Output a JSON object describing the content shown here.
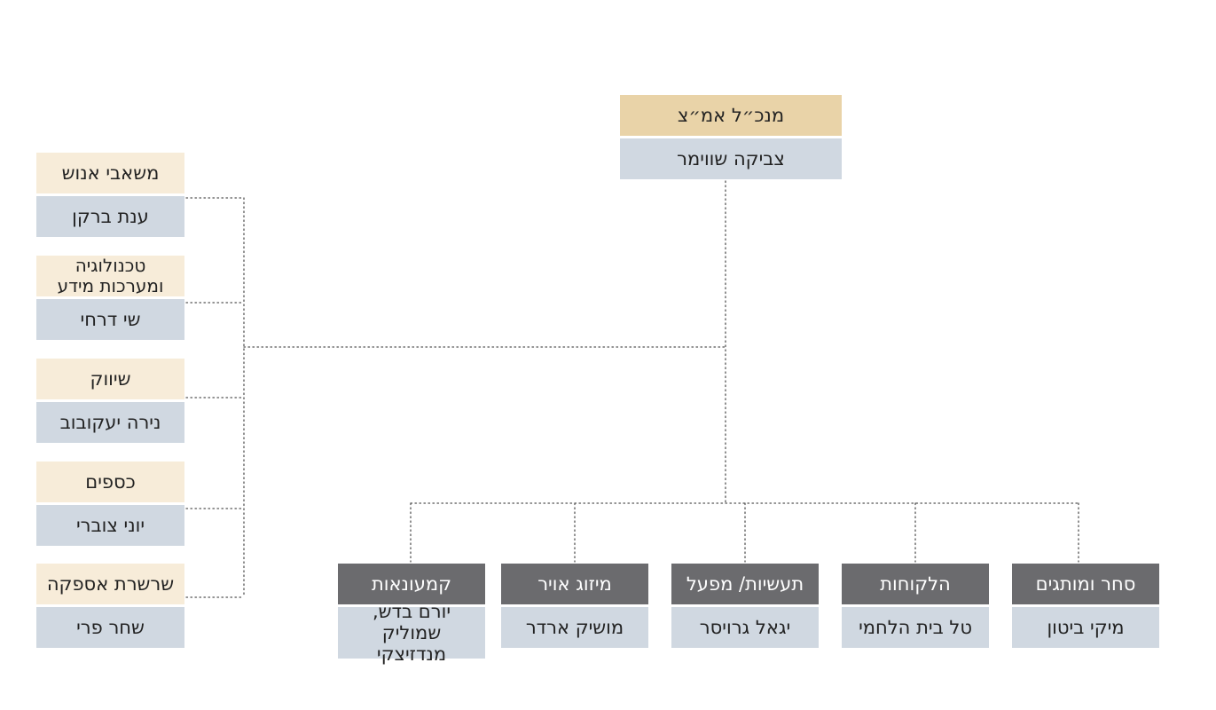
{
  "ceo": {
    "title": "מנכ״ל אמ״צ",
    "name": "צביקה שווימר"
  },
  "side_units": [
    {
      "title": "משאבי אנוש",
      "name": "ענת ברקן"
    },
    {
      "title": "טכנולוגיה ומערכות מידע",
      "name": "שי דרחי"
    },
    {
      "title": "שיווק",
      "name": "נירה יעקובוב"
    },
    {
      "title": "כספים",
      "name": "יוני צוברי"
    },
    {
      "title": "שרשרת אספקה",
      "name": "שחר פרי"
    }
  ],
  "bottom_units": [
    {
      "title": "קמעונאות",
      "name": "יורם בדש, שמוליק מנדזיצקי"
    },
    {
      "title": "מיזוג אויר",
      "name": "מושיק ארדר"
    },
    {
      "title": "תעשיות/ מפעל",
      "name": "יגאל גרויסר"
    },
    {
      "title": "הלקוחות",
      "name": "טל בית הלחמי"
    },
    {
      "title": "סחר ומותגים",
      "name": "מיקי ביטון"
    }
  ]
}
